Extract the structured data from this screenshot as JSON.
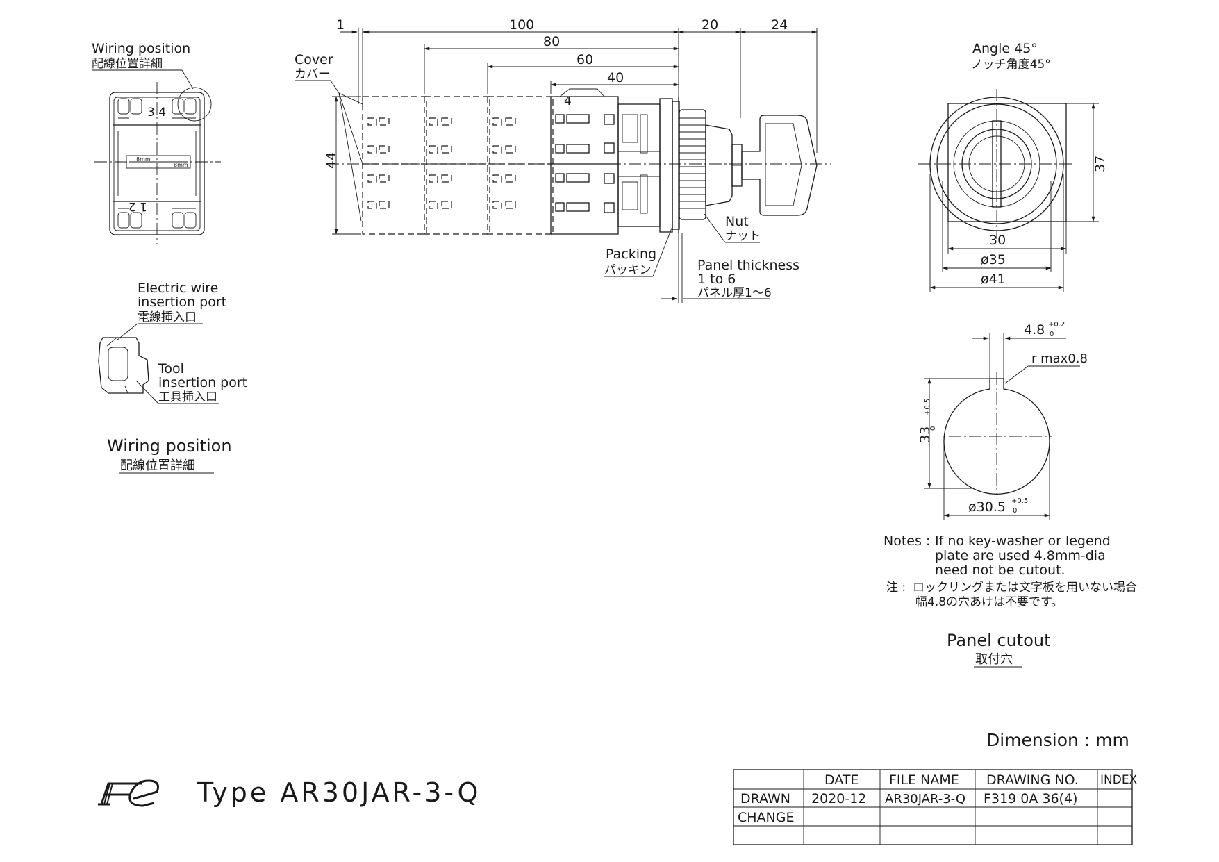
{
  "wiring_detail": {
    "callout_en": "Wiring position",
    "callout_ja": "配線位置詳細",
    "terminal_top": "3 4",
    "terminal_bottom": "1 2",
    "wire_port_en_1": "Electric wire",
    "wire_port_en_2": "insertion port",
    "wire_port_ja": "電線挿入口",
    "tool_port_en_1": "Tool",
    "tool_port_en_2": "insertion port",
    "tool_port_ja": "工具挿入口",
    "title_en": "Wiring position",
    "title_ja": "配線位置詳細"
  },
  "side_view": {
    "dim_1": "1",
    "dim_100": "100",
    "dim_80": "80",
    "dim_60": "60",
    "dim_40": "40",
    "dim_20": "20",
    "dim_24": "24",
    "dim_44": "44",
    "cover_en": "Cover",
    "cover_ja": "カバー",
    "block_label": "4",
    "nut_en": "Nut",
    "nut_ja": "ナット",
    "packing_en": "Packing",
    "packing_ja": "パッキン",
    "panel_en_1": "Panel thickness",
    "panel_en_2": "1 to 6",
    "panel_ja": "パネル厚1〜6"
  },
  "front_view": {
    "angle_en": "Angle 45°",
    "angle_ja": "ノッチ角度45°",
    "dim_37": "37",
    "dim_30": "30",
    "dim_35": "ø35",
    "dim_41": "ø41"
  },
  "cutout": {
    "slot_width": "4.8",
    "slot_tol_upper": "+0.2",
    "slot_tol_lower": "0",
    "radius": "r max0.8",
    "height": "33",
    "height_tol_upper": "+0.5",
    "height_tol_lower": "0",
    "diameter": "ø30.5",
    "diameter_tol_upper": "+0.5",
    "diameter_tol_lower": "0",
    "title_en": "Panel cutout",
    "title_ja": "取付穴"
  },
  "notes": {
    "label": "Notes :",
    "line1": "If no key-washer or legend",
    "line2": "plate are used 4.8mm-dia",
    "line3": "need not be cutout.",
    "ja_label": "注 :",
    "ja_line1": "ロックリングまたは文字板を用いない場合",
    "ja_line2": "幅4.8の穴あけは不要です。"
  },
  "dimension_unit": "Dimension : mm",
  "logo": "Fe",
  "type_label": "Type AR30JAR-3-Q",
  "title_block": {
    "headers": [
      "",
      "DATE",
      "FILE NAME",
      "DRAWING NO.",
      "INDEX"
    ],
    "rows": [
      [
        "DRAWN",
        "2020-12",
        "AR30JAR-3-Q",
        "F319 0A 36(4)",
        ""
      ],
      [
        "CHANGE",
        "",
        "",
        "",
        ""
      ],
      [
        "",
        "",
        "",
        "",
        ""
      ]
    ]
  }
}
